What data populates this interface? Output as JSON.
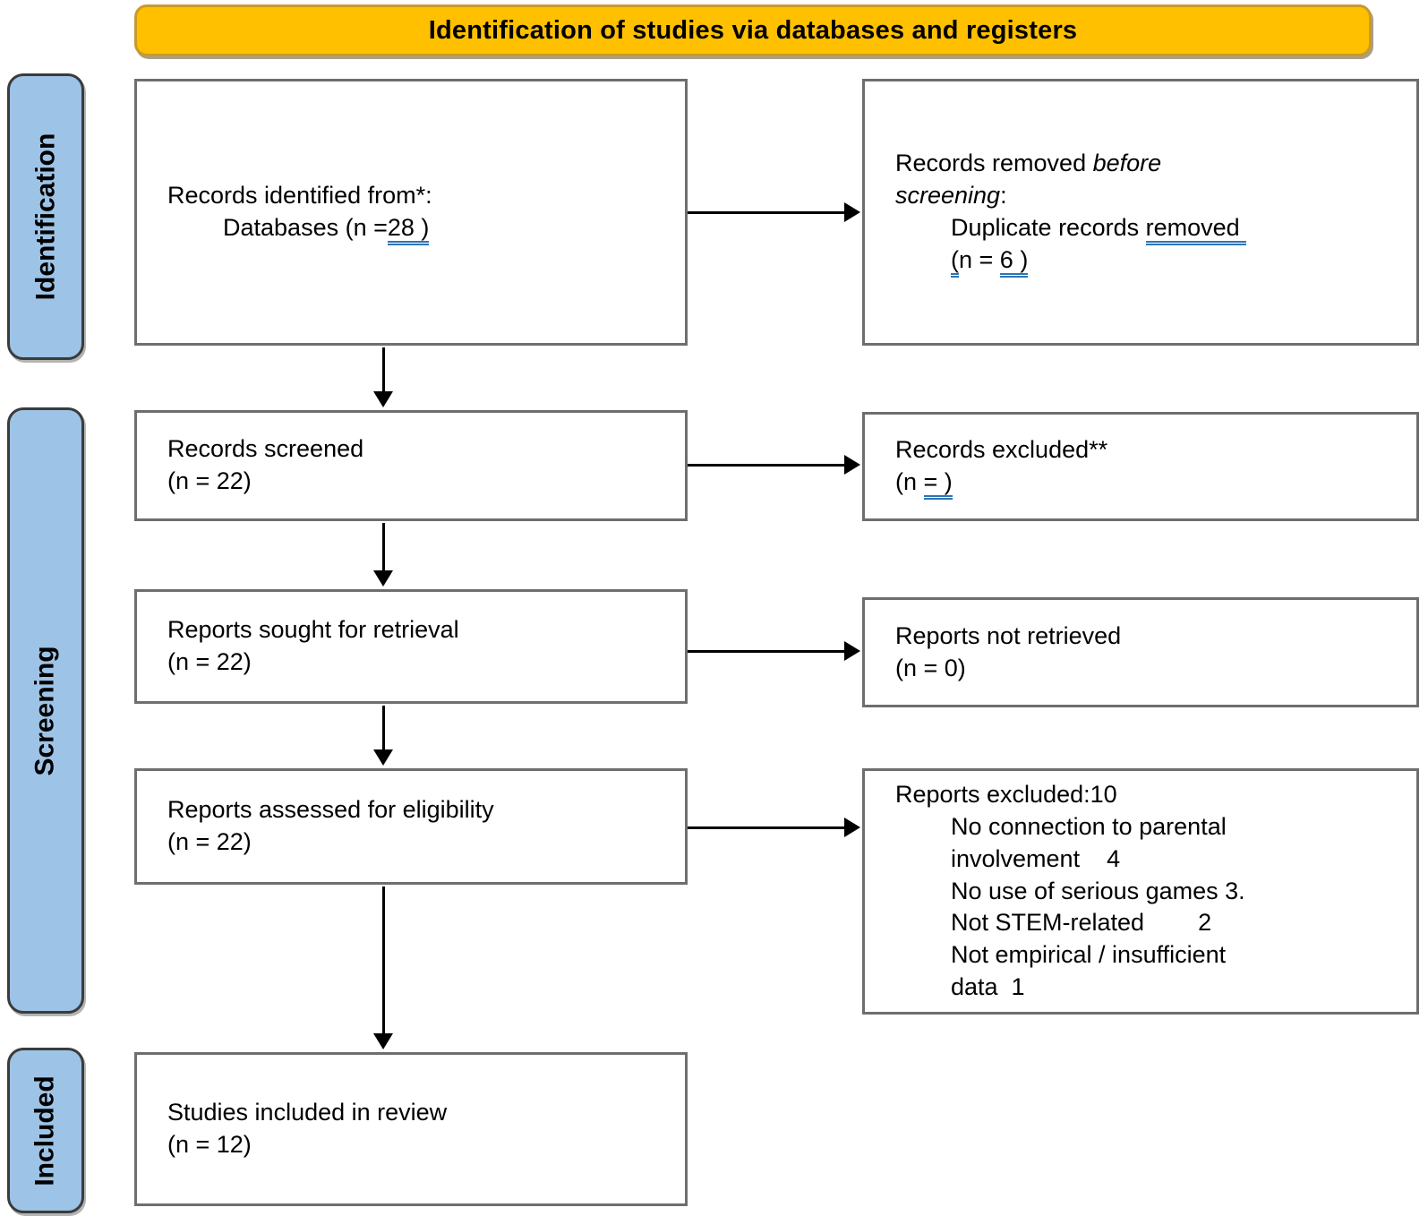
{
  "banner": {
    "title": "Identification of studies via databases and registers"
  },
  "stages": {
    "identification": "Identification",
    "screening": "Screening",
    "included": "Included"
  },
  "boxes": {
    "records_identified": {
      "line1": "Records identified from*:",
      "line2_prefix": "Databases (n =",
      "line2_ins": "28 )"
    },
    "records_removed": {
      "l1_normal": "Records removed ",
      "l1_italic": "before",
      "l2_italic": "screening",
      "l2_normal": ":",
      "l3_prefix": "Duplicate records ",
      "l3_ins": "removed ",
      "l4_ins_open": "(",
      "l4_mid": "n = ",
      "l4_ins_num": "6 )"
    },
    "records_screened": {
      "line1": "Records screened",
      "line2": "(n = 22)"
    },
    "records_excluded": {
      "line1": "Records excluded**",
      "l2_prefix": "(n ",
      "l2_ins": "= )"
    },
    "reports_sought": {
      "line1": "Reports sought for retrieval",
      "line2": "(n = 22)"
    },
    "reports_not_retrieved": {
      "line1": "Reports not retrieved",
      "line2": "(n = 0)"
    },
    "reports_assessed": {
      "line1": "Reports assessed for eligibility",
      "line2": "(n = 22)"
    },
    "reports_excluded": {
      "title": "Reports excluded:10",
      "reasons": [
        "No connection to parental",
        "involvement    4",
        "No use of serious games 3.",
        "Not STEM-related        2",
        "Not empirical / insufficient",
        "data  1"
      ]
    },
    "studies_included": {
      "line1": "Studies included in review",
      "line2": "(n = 12)"
    }
  },
  "colors": {
    "banner_bg": "#FFC000",
    "banner_border": "#C9992B",
    "stage_bg": "#9DC3E6",
    "box_border": "#6E6E6E",
    "ins_underline": "#2E75B6"
  }
}
